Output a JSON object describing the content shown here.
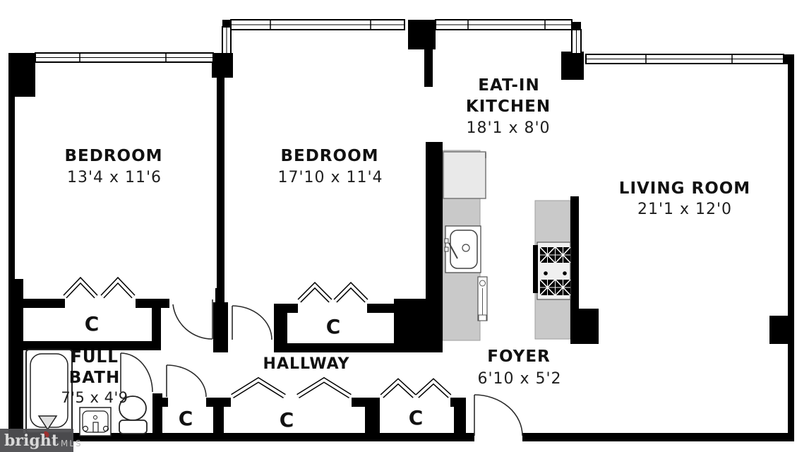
{
  "floorplan": {
    "rooms": {
      "bedroom1": {
        "name": "BEDROOM",
        "dims": "13'4 x 11'6"
      },
      "bedroom2": {
        "name": "BEDROOM",
        "dims": "17'10 x 11'4"
      },
      "kitchen": {
        "name_line1": "EAT-IN",
        "name_line2": "KITCHEN",
        "dims": "18'1 x 8'0"
      },
      "living_room": {
        "name": "LIVING ROOM",
        "dims": "21'1 x 12'0"
      },
      "full_bath": {
        "name_line1": "FULL",
        "name_line2": "BATH",
        "dims": "7'5 x 4'9"
      },
      "hallway": {
        "name": "HALLWAY"
      },
      "foyer": {
        "name": "FOYER",
        "dims": "6'10 x 5'2"
      }
    },
    "closet_label": "C",
    "fixtures": [
      "bathtub",
      "toilet",
      "vanity-sink",
      "kitchen-sink",
      "refrigerator",
      "stove-4-burner",
      "kitchen-counter",
      "bifold-closet-doors",
      "swing-doors",
      "windows"
    ],
    "colors": {
      "walls": "#000000",
      "counters": "#c9c9c9",
      "appliance_fill": "#ebebeb",
      "label_text": "#111111"
    }
  },
  "watermark": {
    "brand": "bright",
    "suffix": "MLS",
    "flame_color": "#9c3030",
    "background": "#4e4e51"
  }
}
